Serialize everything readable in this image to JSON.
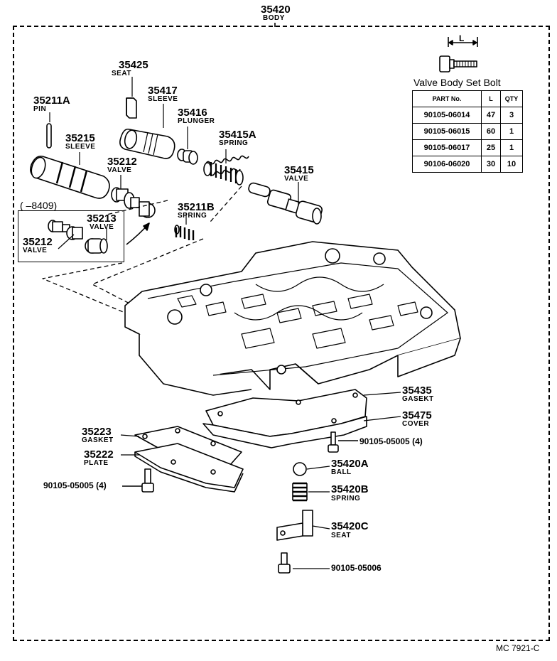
{
  "body": {
    "part": "35420",
    "name": "BODY"
  },
  "table": {
    "title": "Valve Body Set Bolt",
    "dim_label": "L",
    "headers": [
      "PART No.",
      "L",
      "QTY"
    ],
    "rows": [
      [
        "90105-06014",
        "47",
        "3"
      ],
      [
        "90105-06015",
        "60",
        "1"
      ],
      [
        "90105-06017",
        "25",
        "1"
      ],
      [
        "90106-06020",
        "30",
        "10"
      ]
    ]
  },
  "labels": {
    "seat_35425": {
      "part": "35425",
      "name": "SEAT"
    },
    "sleeve_35417": {
      "part": "35417",
      "name": "SLEEVE"
    },
    "pin_35211a": {
      "part": "35211A",
      "name": "PIN"
    },
    "plunger_35416": {
      "part": "35416",
      "name": "PLUNGER"
    },
    "sleeve_35215": {
      "part": "35215",
      "name": "SLEEVE"
    },
    "spring_35415a": {
      "part": "35415A",
      "name": "SPRING"
    },
    "valve_35212_top": {
      "part": "35212",
      "name": "VALVE"
    },
    "valve_35415": {
      "part": "35415",
      "name": "VALVE"
    },
    "spring_35211b": {
      "part": "35211B",
      "name": "SPRING"
    },
    "inset_range": "(      –8409)",
    "valve_35213": {
      "part": "35213",
      "name": "VALVE"
    },
    "valve_35212_inset": {
      "part": "35212",
      "name": "VALVE"
    },
    "gasket_35435": {
      "part": "35435",
      "name": "GASEKT"
    },
    "cover_35475": {
      "part": "35475",
      "name": "COVER"
    },
    "gasket_35223": {
      "part": "35223",
      "name": "GASKET"
    },
    "plate_35222": {
      "part": "35222",
      "name": "PLATE"
    },
    "bolt_right": "90105-05005 (4)",
    "bolt_left": "90105-05005 (4)",
    "ball_35420a": {
      "part": "35420A",
      "name": "BALL"
    },
    "spring_35420b": {
      "part": "35420B",
      "name": "SPRING"
    },
    "seat_35420c": {
      "part": "35420C",
      "name": "SEAT"
    },
    "bolt_bottom": "90105-05006"
  },
  "figure_code": "MC 7921-C"
}
